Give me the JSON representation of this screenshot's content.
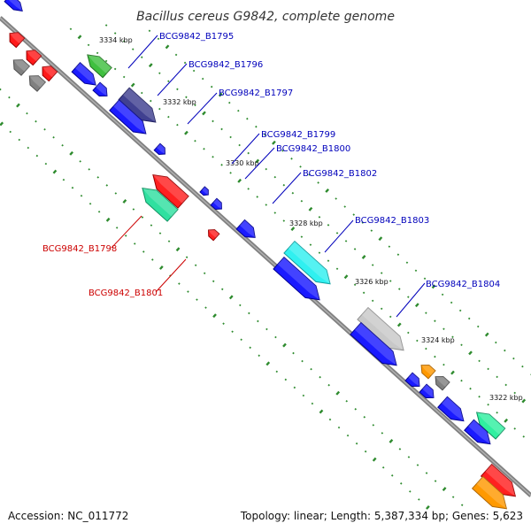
{
  "title": "Bacillus cereus G9842, complete genome",
  "footer": {
    "accession": "Accession: NC_011772",
    "topology": "Topology: linear; Length: 5,387,334 bp; Genes: 5,623"
  },
  "colors": {
    "axis": "#808080",
    "tick_dot": "#2e8b2e",
    "label_forward": "#0000bb",
    "label_reverse": "#cc0000"
  },
  "ticks": [
    "3334 kbp",
    "3332 kbp",
    "3330 kbp",
    "3328 kbp",
    "3326 kbp",
    "3324 kbp",
    "3322 kbp"
  ],
  "gene_labels": [
    {
      "text": "BCG9842_B1795",
      "strand": "forward"
    },
    {
      "text": "BCG9842_B1796",
      "strand": "forward"
    },
    {
      "text": "BCG9842_B1797",
      "strand": "forward"
    },
    {
      "text": "BCG9842_B1799",
      "strand": "forward"
    },
    {
      "text": "BCG9842_B1800",
      "strand": "forward"
    },
    {
      "text": "BCG9842_B1802",
      "strand": "forward"
    },
    {
      "text": "BCG9842_B1803",
      "strand": "forward"
    },
    {
      "text": "BCG9842_B1804",
      "strand": "forward"
    },
    {
      "text": "BCG9842_B1798",
      "strand": "reverse"
    },
    {
      "text": "BCG9842_B1801",
      "strand": "reverse"
    }
  ]
}
